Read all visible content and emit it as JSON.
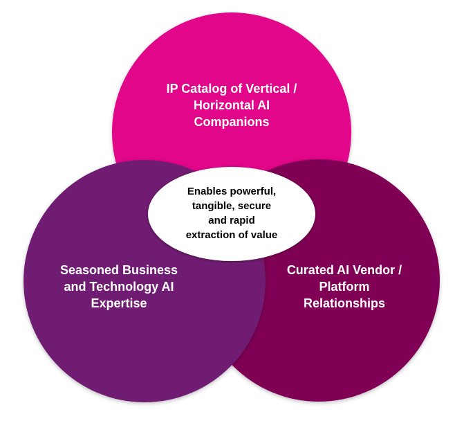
{
  "colors": {
    "top_circle": "#e2068a",
    "left_circle": "#701c72",
    "right_circle": "#800055",
    "center": "#ffffff"
  },
  "circles": {
    "top": {
      "label": "IP Catalog of Vertical /\nHorizontal AI\nCompanions"
    },
    "left": {
      "label": "Seasoned Business\nand Technology AI\nExpertise"
    },
    "right": {
      "label": "Curated AI Vendor /\nPlatform\nRelationships"
    }
  },
  "center": {
    "label": "Enables powerful,\ntangible, secure\nand rapid\nextraction of value"
  }
}
